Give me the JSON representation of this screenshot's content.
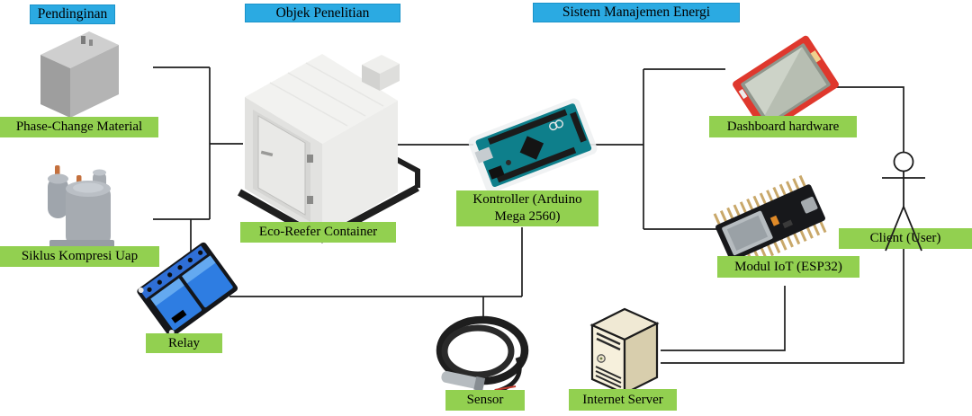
{
  "headers": {
    "pendinginan": "Pendinginan",
    "objek": "Objek Penelitian",
    "sistem": "Sistem Manajemen Energi"
  },
  "labels": {
    "pcm": "Phase-Change Material",
    "siklus": "Siklus Kompresi Uap",
    "container": "Eco-Reefer Container",
    "relay": "Relay",
    "kontroller": "Kontroller (Arduino Mega 2560)",
    "sensor": "Sensor",
    "dashboard": "Dashboard hardware",
    "iot": "Modul IoT (ESP32)",
    "server": "Internet Server",
    "client": "Client (User)"
  },
  "colors": {
    "header_bg": "#2baae2",
    "label_bg": "#92d050",
    "line": "#1d1d1d",
    "arduino_board": "#0e7f8b",
    "relay_blue": "#2e7de2",
    "dashboard_red": "#df382d",
    "server_beige": "#f0e9d4"
  }
}
